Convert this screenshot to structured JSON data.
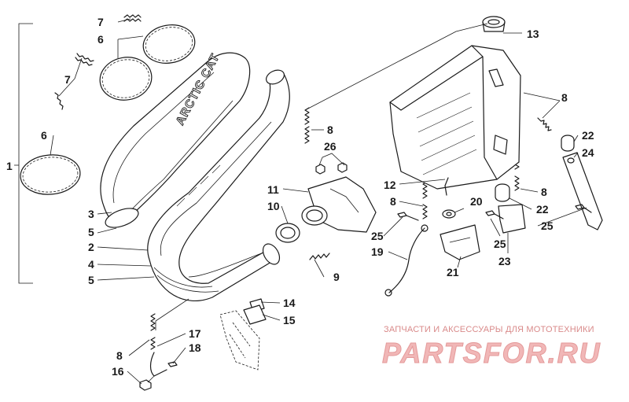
{
  "diagram": {
    "brand_on_muffler": "ARCTIC CAT",
    "callouts": {
      "c1": "1",
      "c2": "2",
      "c3": "3",
      "c4": "4",
      "c5a": "5",
      "c5b": "5",
      "c6a": "6",
      "c6b": "6",
      "c7a": "7",
      "c7b": "7",
      "c8a": "8",
      "c8b": "8",
      "c8c": "8",
      "c8d": "8",
      "c8e": "8",
      "c9": "9",
      "c10": "10",
      "c11": "11",
      "c12": "12",
      "c13": "13",
      "c14": "14",
      "c15": "15",
      "c16": "16",
      "c17": "17",
      "c18": "18",
      "c19": "19",
      "c20": "20",
      "c21": "21",
      "c22a": "22",
      "c22b": "22",
      "c23": "23",
      "c24": "24",
      "c25a": "25",
      "c25b": "25",
      "c25c": "25",
      "c26": "26"
    }
  },
  "watermark": {
    "caption": "ЗАПЧАСТИ И АКСЕССУАРЫ ДЛЯ МОТОТЕХНИКИ",
    "logo": "PARTSFOR.RU"
  }
}
